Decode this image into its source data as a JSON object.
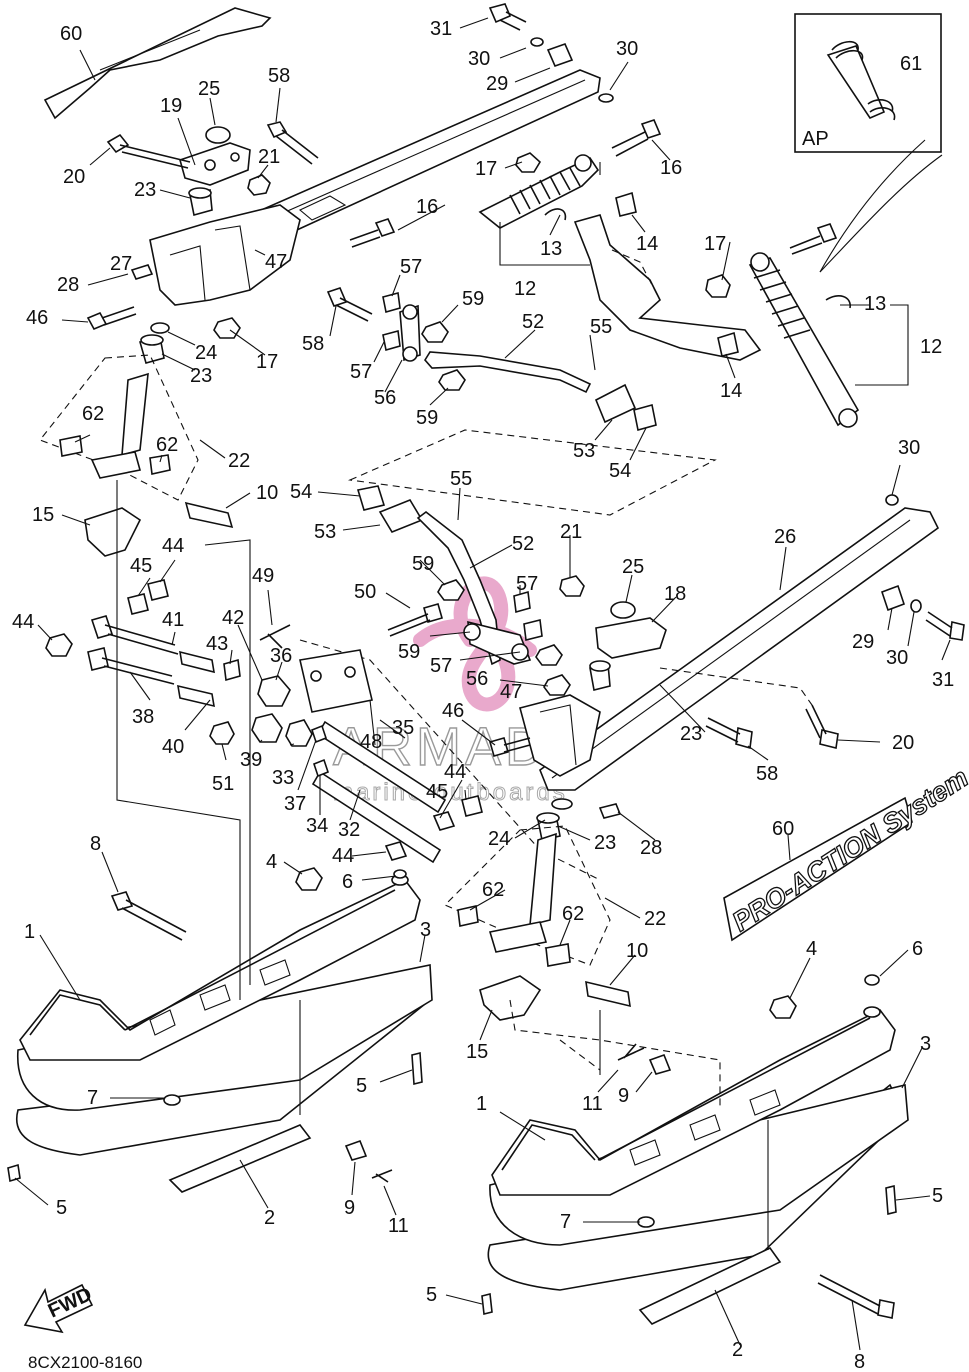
{
  "figure": {
    "drawing_code": "8CX2100-8160",
    "fwd_label": "FWD",
    "inset_label": "AP",
    "logo_text": "PRO-ACTION System",
    "watermark_brand": "ARMADA",
    "watermark_sub": "marine outboards",
    "colors": {
      "line": "#111111",
      "watermark_logo": "#e59ac3",
      "watermark_text": "#9a9a9a"
    }
  },
  "callouts": [
    "31",
    "30",
    "30",
    "29",
    "60",
    "25",
    "58",
    "19",
    "20",
    "21",
    "23",
    "17",
    "16",
    "61",
    "16",
    "47",
    "13",
    "14",
    "27",
    "28",
    "46",
    "24",
    "23",
    "17",
    "57",
    "58",
    "57",
    "59",
    "56",
    "52",
    "55",
    "12",
    "13",
    "12",
    "17",
    "14",
    "59",
    "53",
    "54",
    "62",
    "62",
    "22",
    "10",
    "15",
    "54",
    "55",
    "53",
    "52",
    "30",
    "26",
    "21",
    "25",
    "18",
    "59",
    "57",
    "50",
    "45",
    "44",
    "44",
    "41",
    "43",
    "42",
    "49",
    "36",
    "59",
    "57",
    "56",
    "47",
    "29",
    "30",
    "31",
    "38",
    "40",
    "51",
    "39",
    "33",
    "35",
    "48",
    "46",
    "23",
    "58",
    "20",
    "37",
    "34",
    "32",
    "45",
    "44",
    "28",
    "24",
    "23",
    "8",
    "4",
    "6",
    "44",
    "60",
    "22",
    "62",
    "62",
    "1",
    "3",
    "10",
    "4",
    "6",
    "15",
    "7",
    "5",
    "11",
    "9",
    "3",
    "1",
    "2",
    "9",
    "11",
    "5",
    "5",
    "7",
    "5",
    "8",
    "2"
  ]
}
